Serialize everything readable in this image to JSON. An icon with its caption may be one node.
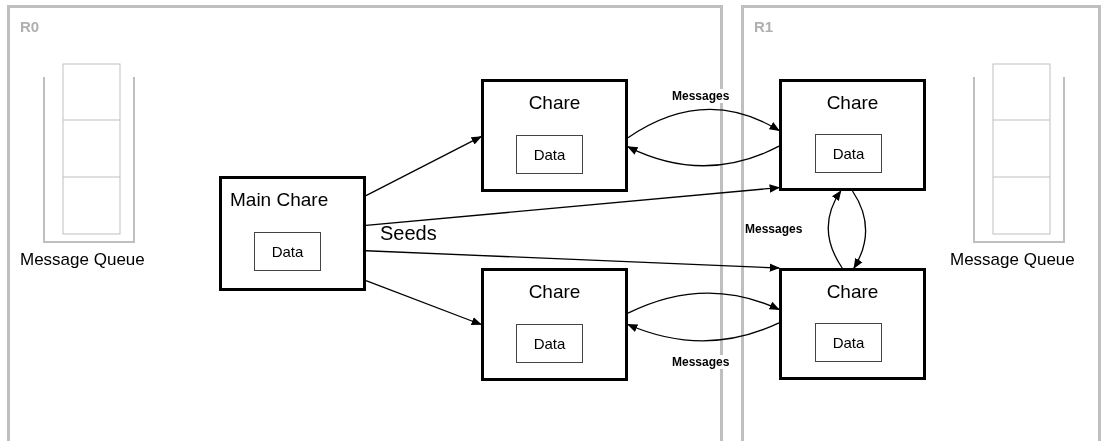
{
  "diagram": {
    "nodes": [
      {
        "text": [
          "R0"
        ]
      },
      {
        "text": [
          "R1"
        ]
      },
      {
        "text": [
          "Main Chare"
        ],
        "in": 0
      },
      {
        "text": [
          "Data"
        ],
        "in": 2
      },
      {
        "text": [
          "Chare"
        ],
        "in": 0
      },
      {
        "text": [
          "Data"
        ],
        "in": 4
      },
      {
        "text": [
          "Chare"
        ],
        "in": 0
      },
      {
        "text": [
          "Data"
        ],
        "in": 6
      },
      {
        "text": [
          "Chare"
        ],
        "in": 1
      },
      {
        "text": [
          "Data"
        ],
        "in": 8
      },
      {
        "text": [
          "Chare"
        ],
        "in": 1
      },
      {
        "text": [
          "Data"
        ],
        "in": 10
      }
    ],
    "edges": [
      {
        "from": 2,
        "to": 4,
        "arrow": "to"
      },
      {
        "from": 2,
        "to": 8,
        "arrow": "to"
      },
      {
        "from": 2,
        "to": 10,
        "arrow": "to"
      },
      {
        "from": 2,
        "to": 6,
        "arrow": "to"
      },
      {
        "from": 4,
        "to": 8,
        "arrow": "to",
        "label": "Messages"
      },
      {
        "from": 8,
        "to": 4,
        "arrow": "to"
      },
      {
        "from": 10,
        "to": 8,
        "arrow": "to",
        "label": "Messages"
      },
      {
        "from": 8,
        "to": 10,
        "arrow": "to"
      },
      {
        "from": 6,
        "to": 10,
        "arrow": "to"
      },
      {
        "from": 10,
        "to": 6,
        "arrow": "to",
        "label": "Messages"
      }
    ],
    "labels": [
      "Message Queue",
      "Seeds",
      "Message Queue"
    ]
  }
}
